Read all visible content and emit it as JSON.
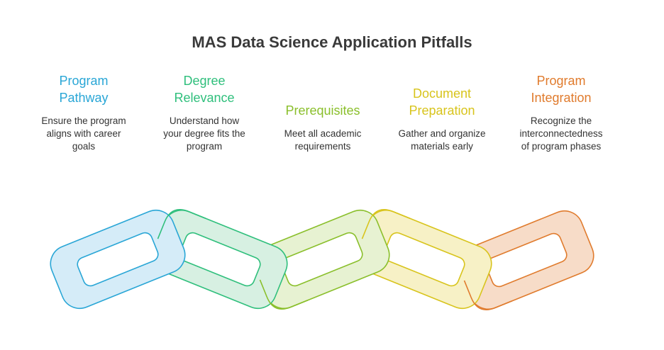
{
  "title": "MAS Data Science Application Pitfalls",
  "items": [
    {
      "title_lines": [
        "Program",
        "Pathway"
      ],
      "desc_lines": [
        "Ensure the program",
        "aligns with career",
        "goals"
      ],
      "color": "#29a6d6",
      "fill": "#d5ecf8"
    },
    {
      "title_lines": [
        "Degree",
        "Relevance"
      ],
      "desc_lines": [
        "Understand how",
        "your degree fits the",
        "program"
      ],
      "color": "#2fbf7c",
      "fill": "#d7f0e2"
    },
    {
      "title_lines": [
        "Prerequisites"
      ],
      "desc_lines": [
        "Meet all academic",
        "requirements"
      ],
      "color": "#8abf2b",
      "fill": "#e7f2d2"
    },
    {
      "title_lines": [
        "Document",
        "Preparation"
      ],
      "desc_lines": [
        "Gather and organize",
        "materials early"
      ],
      "color": "#d8c41c",
      "fill": "#f7f1c6"
    },
    {
      "title_lines": [
        "Program",
        "Integration"
      ],
      "desc_lines": [
        "Recognize the",
        "interconnectedness",
        "of program phases"
      ],
      "color": "#e07b2d",
      "fill": "#f7dcc8"
    }
  ]
}
